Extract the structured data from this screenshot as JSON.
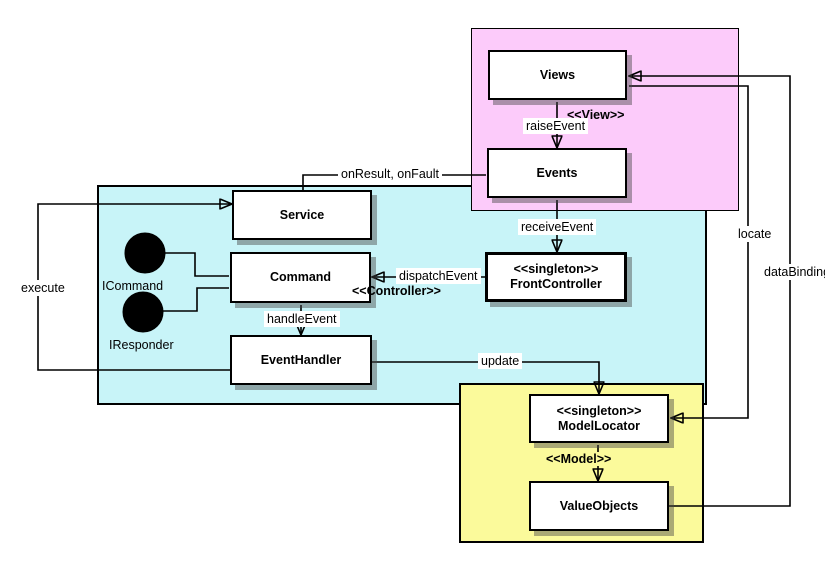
{
  "regions": {
    "view": {
      "stereotype": "<<View>>",
      "fill": "#FCCBFA"
    },
    "controller": {
      "stereotype": "<<Controller>>",
      "fill": "#C8F4F8"
    },
    "model": {
      "stereotype": "<<Model>>",
      "fill": "#FBFA9B"
    }
  },
  "boxes": {
    "views": {
      "label": "Views"
    },
    "events": {
      "label": "Events"
    },
    "service": {
      "label": "Service"
    },
    "command": {
      "label": "Command"
    },
    "event_handler": {
      "label": "EventHandler"
    },
    "front_controller": {
      "stereotype": "<<singleton>>",
      "label": "FrontController"
    },
    "model_locator": {
      "stereotype": "<<singleton>>",
      "label": "ModelLocator"
    },
    "value_objects": {
      "label": "ValueObjects"
    }
  },
  "interfaces": {
    "icommand": {
      "label": "ICommand"
    },
    "iresponder": {
      "label": "IResponder"
    }
  },
  "edge_labels": {
    "raise_event": "raiseEvent",
    "receive_event": "receiveEvent",
    "dispatch_event": "dispatchEvent",
    "handle_event": "handleEvent",
    "update": "update",
    "locate": "locate",
    "data_binding": "dataBinding",
    "execute": "execute",
    "on_result_on_fault": "onResult, onFault"
  },
  "colors": {
    "node_fill": "#FFFFFF",
    "line": "#000000",
    "shadow": "#666666"
  }
}
